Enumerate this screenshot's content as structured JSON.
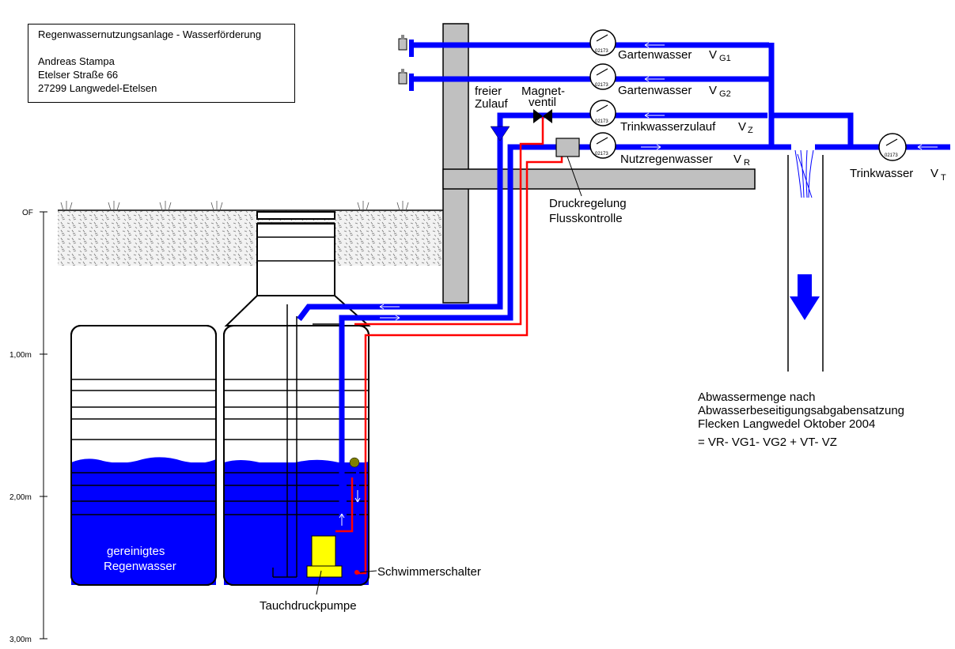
{
  "header": {
    "title": "Regenwassernutzungsanlage - Wasserförderung",
    "name": "Andreas Stampa",
    "street": "Etelser Straße 66",
    "city": "27299 Langwedel-Etelsen"
  },
  "depth_scale": {
    "surface": "OF",
    "d1": "1,00m",
    "d2": "2,00m",
    "d3": "3,00m"
  },
  "meter_reading": "02173",
  "labels": {
    "garten1": "Gartenwasser",
    "garten1_sym": "V",
    "garten1_sub": "G1",
    "garten2": "Gartenwasser",
    "garten2_sym": "V",
    "garten2_sub": "G2",
    "trinkzulauf": "Trinkwasserzulauf",
    "trinkzulauf_sym": "V",
    "trinkzulauf_sub": "Z",
    "nutzregen": "Nutzregenwasser",
    "nutzregen_sym": "V",
    "nutzregen_sub": "R",
    "trinkwasser": "Trinkwasser",
    "trinkwasser_sym": "V",
    "trinkwasser_sub": "T",
    "freier_line1": "freier",
    "freier_line2": "Zulauf",
    "magnet_line1": "Magnet-",
    "magnet_line2": "ventil",
    "druck_line1": "Druckregelung",
    "druck_line2": "Flusskontrolle",
    "tank_line1": "gereinigtes",
    "tank_line2": "Regenwasser",
    "schwimmer": "Schwimmerschalter",
    "pumpe": "Tauchdruckpumpe"
  },
  "formula": {
    "line1": "Abwassermenge nach",
    "line2": "Abwasserbeseitigungsabgabensatzung",
    "line3": "Flecken Langwedel Oktober 2004",
    "expr": "= VR- VG1- VG2 + VT- VZ"
  },
  "colors": {
    "pipe": "#0000ff",
    "control_line": "#ff0000",
    "wall": "#c0c0c0",
    "water": "#0000ff",
    "pump": "#ffff00"
  }
}
